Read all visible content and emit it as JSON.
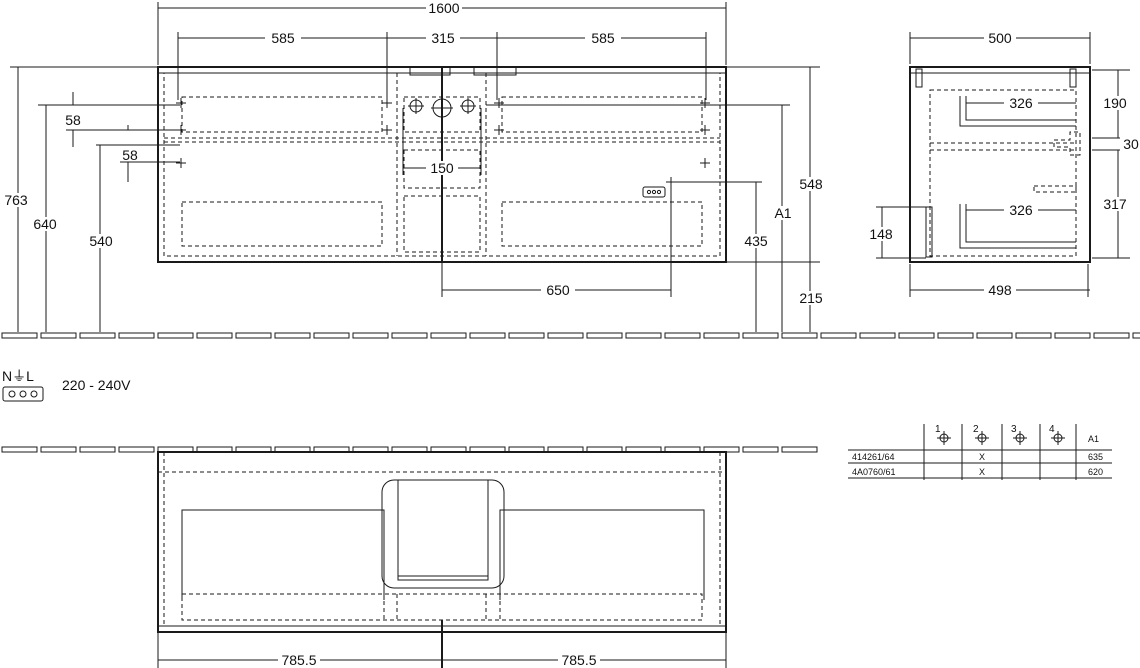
{
  "front_view": {
    "dims_top": {
      "overall": "1600",
      "left": "585",
      "center": "315",
      "right": "585"
    },
    "dims_inner": {
      "spacing": "150",
      "socket_offset": "650"
    },
    "dims_left": {
      "total_height": "763",
      "h640": "640",
      "h540": "540",
      "gap1": "58",
      "gap2": "58"
    },
    "dims_right": {
      "h548": "548",
      "a1": "A1",
      "h435": "435",
      "h215": "215"
    }
  },
  "side_view": {
    "width_top": "500",
    "width_bottom": "498",
    "drawer_depth_top": "326",
    "drawer_depth_bottom": "326",
    "h190": "190",
    "h30": "30",
    "h317": "317",
    "h148": "148"
  },
  "power": {
    "symbol_label": "N⏚L",
    "voltage": "220 - 240V"
  },
  "top_view": {
    "half_left": "785.5",
    "half_right": "785.5"
  },
  "spec_table": {
    "column_numbers": [
      "1",
      "2",
      "3",
      "4"
    ],
    "a1_header": "A1",
    "rows": [
      {
        "code": "414261/64",
        "marks": [
          "",
          "X",
          "",
          ""
        ],
        "a1": "635"
      },
      {
        "code": "4A0760/61",
        "marks": [
          "",
          "X",
          "",
          ""
        ],
        "a1": "620"
      }
    ]
  }
}
